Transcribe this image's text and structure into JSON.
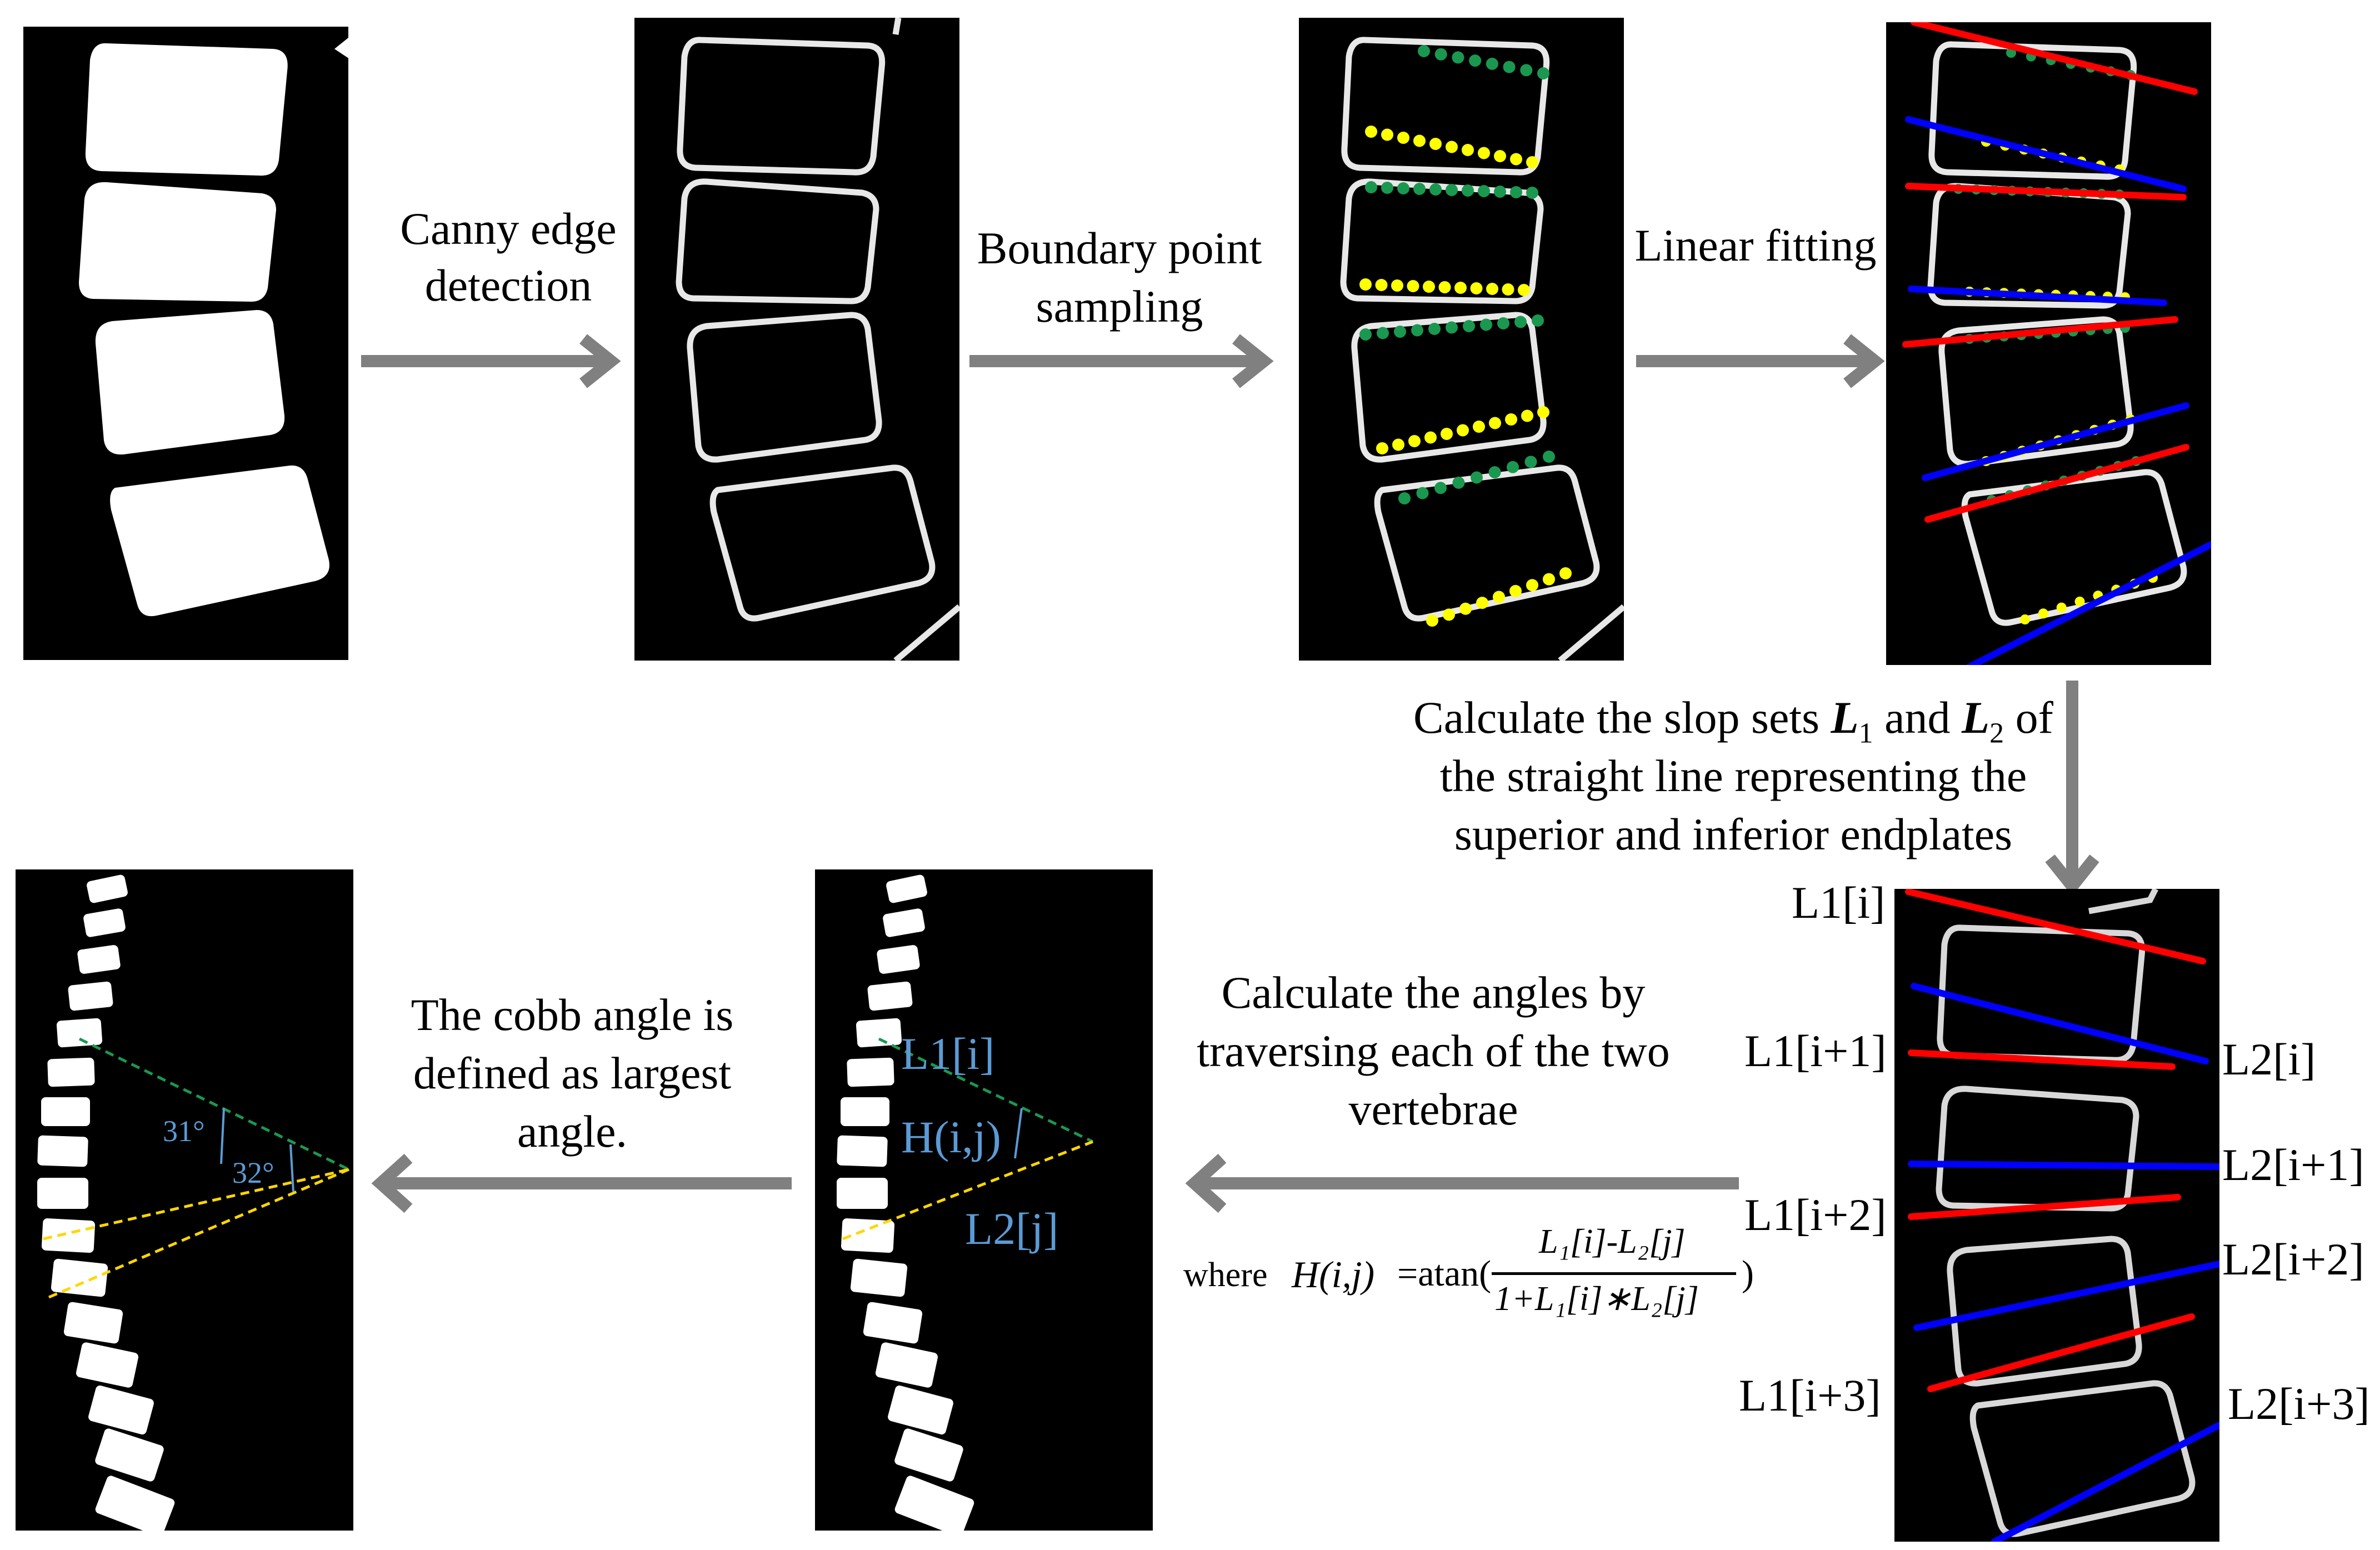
{
  "step_labels": {
    "canny_line1": "Canny edge",
    "canny_line2": "detection",
    "sampling_line1": "Boundary point",
    "sampling_line2": "sampling",
    "fitting": "Linear fitting",
    "slope_line1_a": "Calculate the slop sets ",
    "slope_L1": "L",
    "slope_L1_sub": "1",
    "slope_and": " and ",
    "slope_L2": "L",
    "slope_L2_sub": "2",
    "slope_of": " of",
    "slope_line2": "the straight line representing the",
    "slope_line3": "superior and inferior endplates",
    "angles_line1": "Calculate the angles by",
    "angles_line2": "traversing each of the two",
    "angles_line3": "vertebrae",
    "cobb_line1": "The cobb angle is",
    "cobb_line2": "defined as largest",
    "cobb_line3": "angle."
  },
  "formula": {
    "where": "where ",
    "lhs": "H(i,j)",
    "eq": "=atan(",
    "numerator": "L₁[i]-L₂[j]",
    "denominator": "1+L₁[i]∗L₂[j]",
    "close": ")"
  },
  "slope_labels": {
    "left": [
      "L1[i]",
      "L1[i+1]",
      "L1[i+2]",
      "L1[i+3]"
    ],
    "right": [
      "L2[i]",
      "L2[i+1]",
      "L2[i+2]",
      "L2[i+3]"
    ]
  },
  "traversal_panel": {
    "l1": "L1[i]",
    "h": "H(i,j)",
    "l2": "L2[j]"
  },
  "cobb_panel": {
    "angle_a": "31°",
    "angle_b": "32°"
  },
  "colors": {
    "arrow": "#808080",
    "superior_points": "#1a9850",
    "inferior_points": "#ffff00",
    "superior_line": "#ff0000",
    "inferior_line": "#0000ff",
    "annotation_text": "#5b9bd5",
    "green_dash": "#1a9850",
    "yellow_dash": "#ffd700"
  }
}
